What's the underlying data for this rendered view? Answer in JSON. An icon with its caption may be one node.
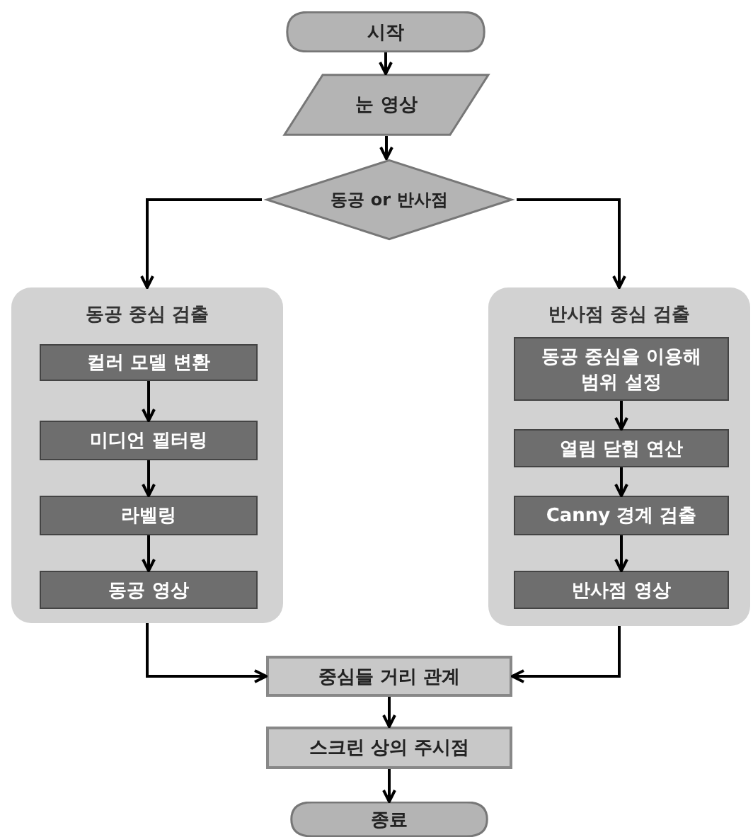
{
  "diagram": {
    "nodes": [
      {
        "text": [
          "시작"
        ]
      },
      {
        "text": [
          "눈 영상"
        ]
      },
      {
        "text": [
          "동공 or 반사점"
        ]
      },
      {
        "text": [
          "동공 중심 검출"
        ]
      },
      {
        "text": [
          "컬러 모델 변환"
        ],
        "in": 3
      },
      {
        "text": [
          "미디언 필터링"
        ],
        "in": 3
      },
      {
        "text": [
          "라벨링"
        ],
        "in": 3
      },
      {
        "text": [
          "동공 영상"
        ],
        "in": 3
      },
      {
        "text": [
          "반사점 중심 검출"
        ]
      },
      {
        "text": [
          "동공 중심을 이용해 범위 설정"
        ],
        "in": 8
      },
      {
        "text": [
          "열림 닫힘 연산"
        ],
        "in": 8
      },
      {
        "text": [
          "Canny 경계 검출"
        ],
        "in": 8
      },
      {
        "text": [
          "반사점 영상"
        ],
        "in": 8
      },
      {
        "text": [
          "중심들 거리 관계"
        ]
      },
      {
        "text": [
          "스크린 상의 주시점"
        ]
      },
      {
        "text": [
          "종료"
        ]
      }
    ],
    "edges": [
      {
        "from": 0,
        "to": 1,
        "arrow": "to"
      },
      {
        "from": 1,
        "to": 2,
        "arrow": "to"
      },
      {
        "from": 2,
        "to": 3,
        "arrow": "to"
      },
      {
        "from": 2,
        "to": 8,
        "arrow": "to"
      },
      {
        "from": 4,
        "to": 5,
        "arrow": "to"
      },
      {
        "from": 5,
        "to": 6,
        "arrow": "to"
      },
      {
        "from": 6,
        "to": 7,
        "arrow": "to"
      },
      {
        "from": 9,
        "to": 10,
        "arrow": "to"
      },
      {
        "from": 10,
        "to": 11,
        "arrow": "to"
      },
      {
        "from": 11,
        "to": 12,
        "arrow": "to"
      },
      {
        "from": 3,
        "to": 13,
        "arrow": "to"
      },
      {
        "from": 8,
        "to": 13,
        "arrow": "to"
      },
      {
        "from": 13,
        "to": 14,
        "arrow": "to"
      },
      {
        "from": 14,
        "to": 15,
        "arrow": "to"
      }
    ]
  }
}
